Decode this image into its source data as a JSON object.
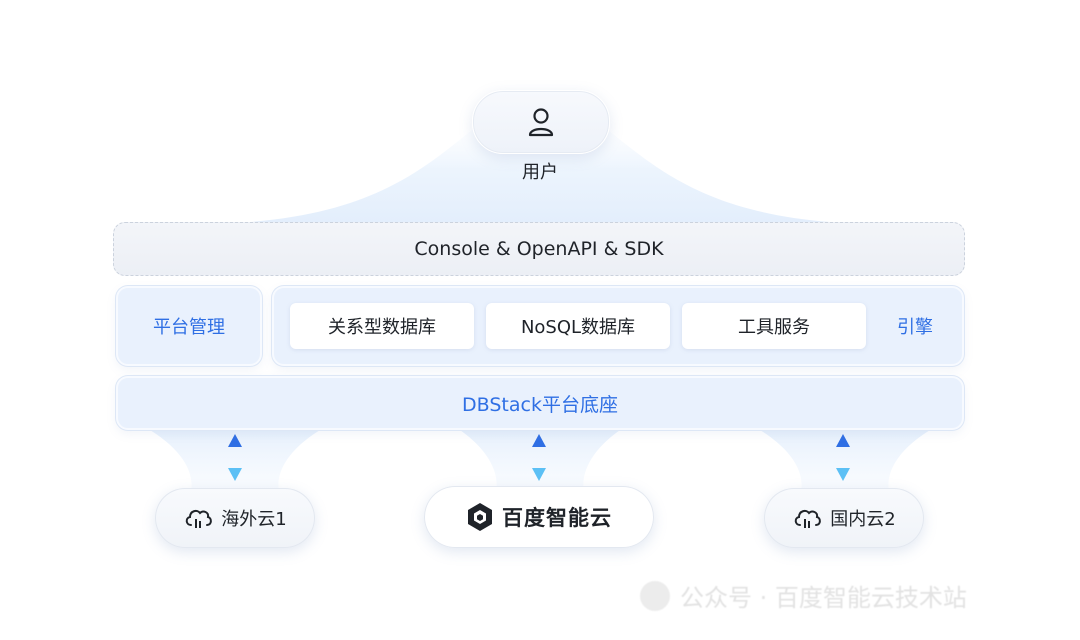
{
  "user": {
    "label": "用户",
    "icon": "user-icon"
  },
  "interface_layer": {
    "label": "Console & OpenAPI & SDK"
  },
  "platform_management": {
    "label": "平台管理"
  },
  "engines": {
    "items": [
      "关系型数据库",
      "NoSQL数据库",
      "工具服务"
    ],
    "label": "引擎"
  },
  "base": {
    "label": "DBStack平台底座"
  },
  "clouds": [
    {
      "label": "海外云1",
      "icon": "cloud-icon"
    },
    {
      "label": "百度智能云",
      "icon": "baidu-cloud-logo"
    },
    {
      "label": "国内云2",
      "icon": "cloud-icon"
    }
  ],
  "watermark": {
    "text": "公众号 · 百度智能云技术站"
  },
  "colors": {
    "accent": "#2f6fe4",
    "soft_blue": "#e9f1fd",
    "arrow_top": "#2f6fe4",
    "arrow_bottom": "#5cc0f5"
  }
}
